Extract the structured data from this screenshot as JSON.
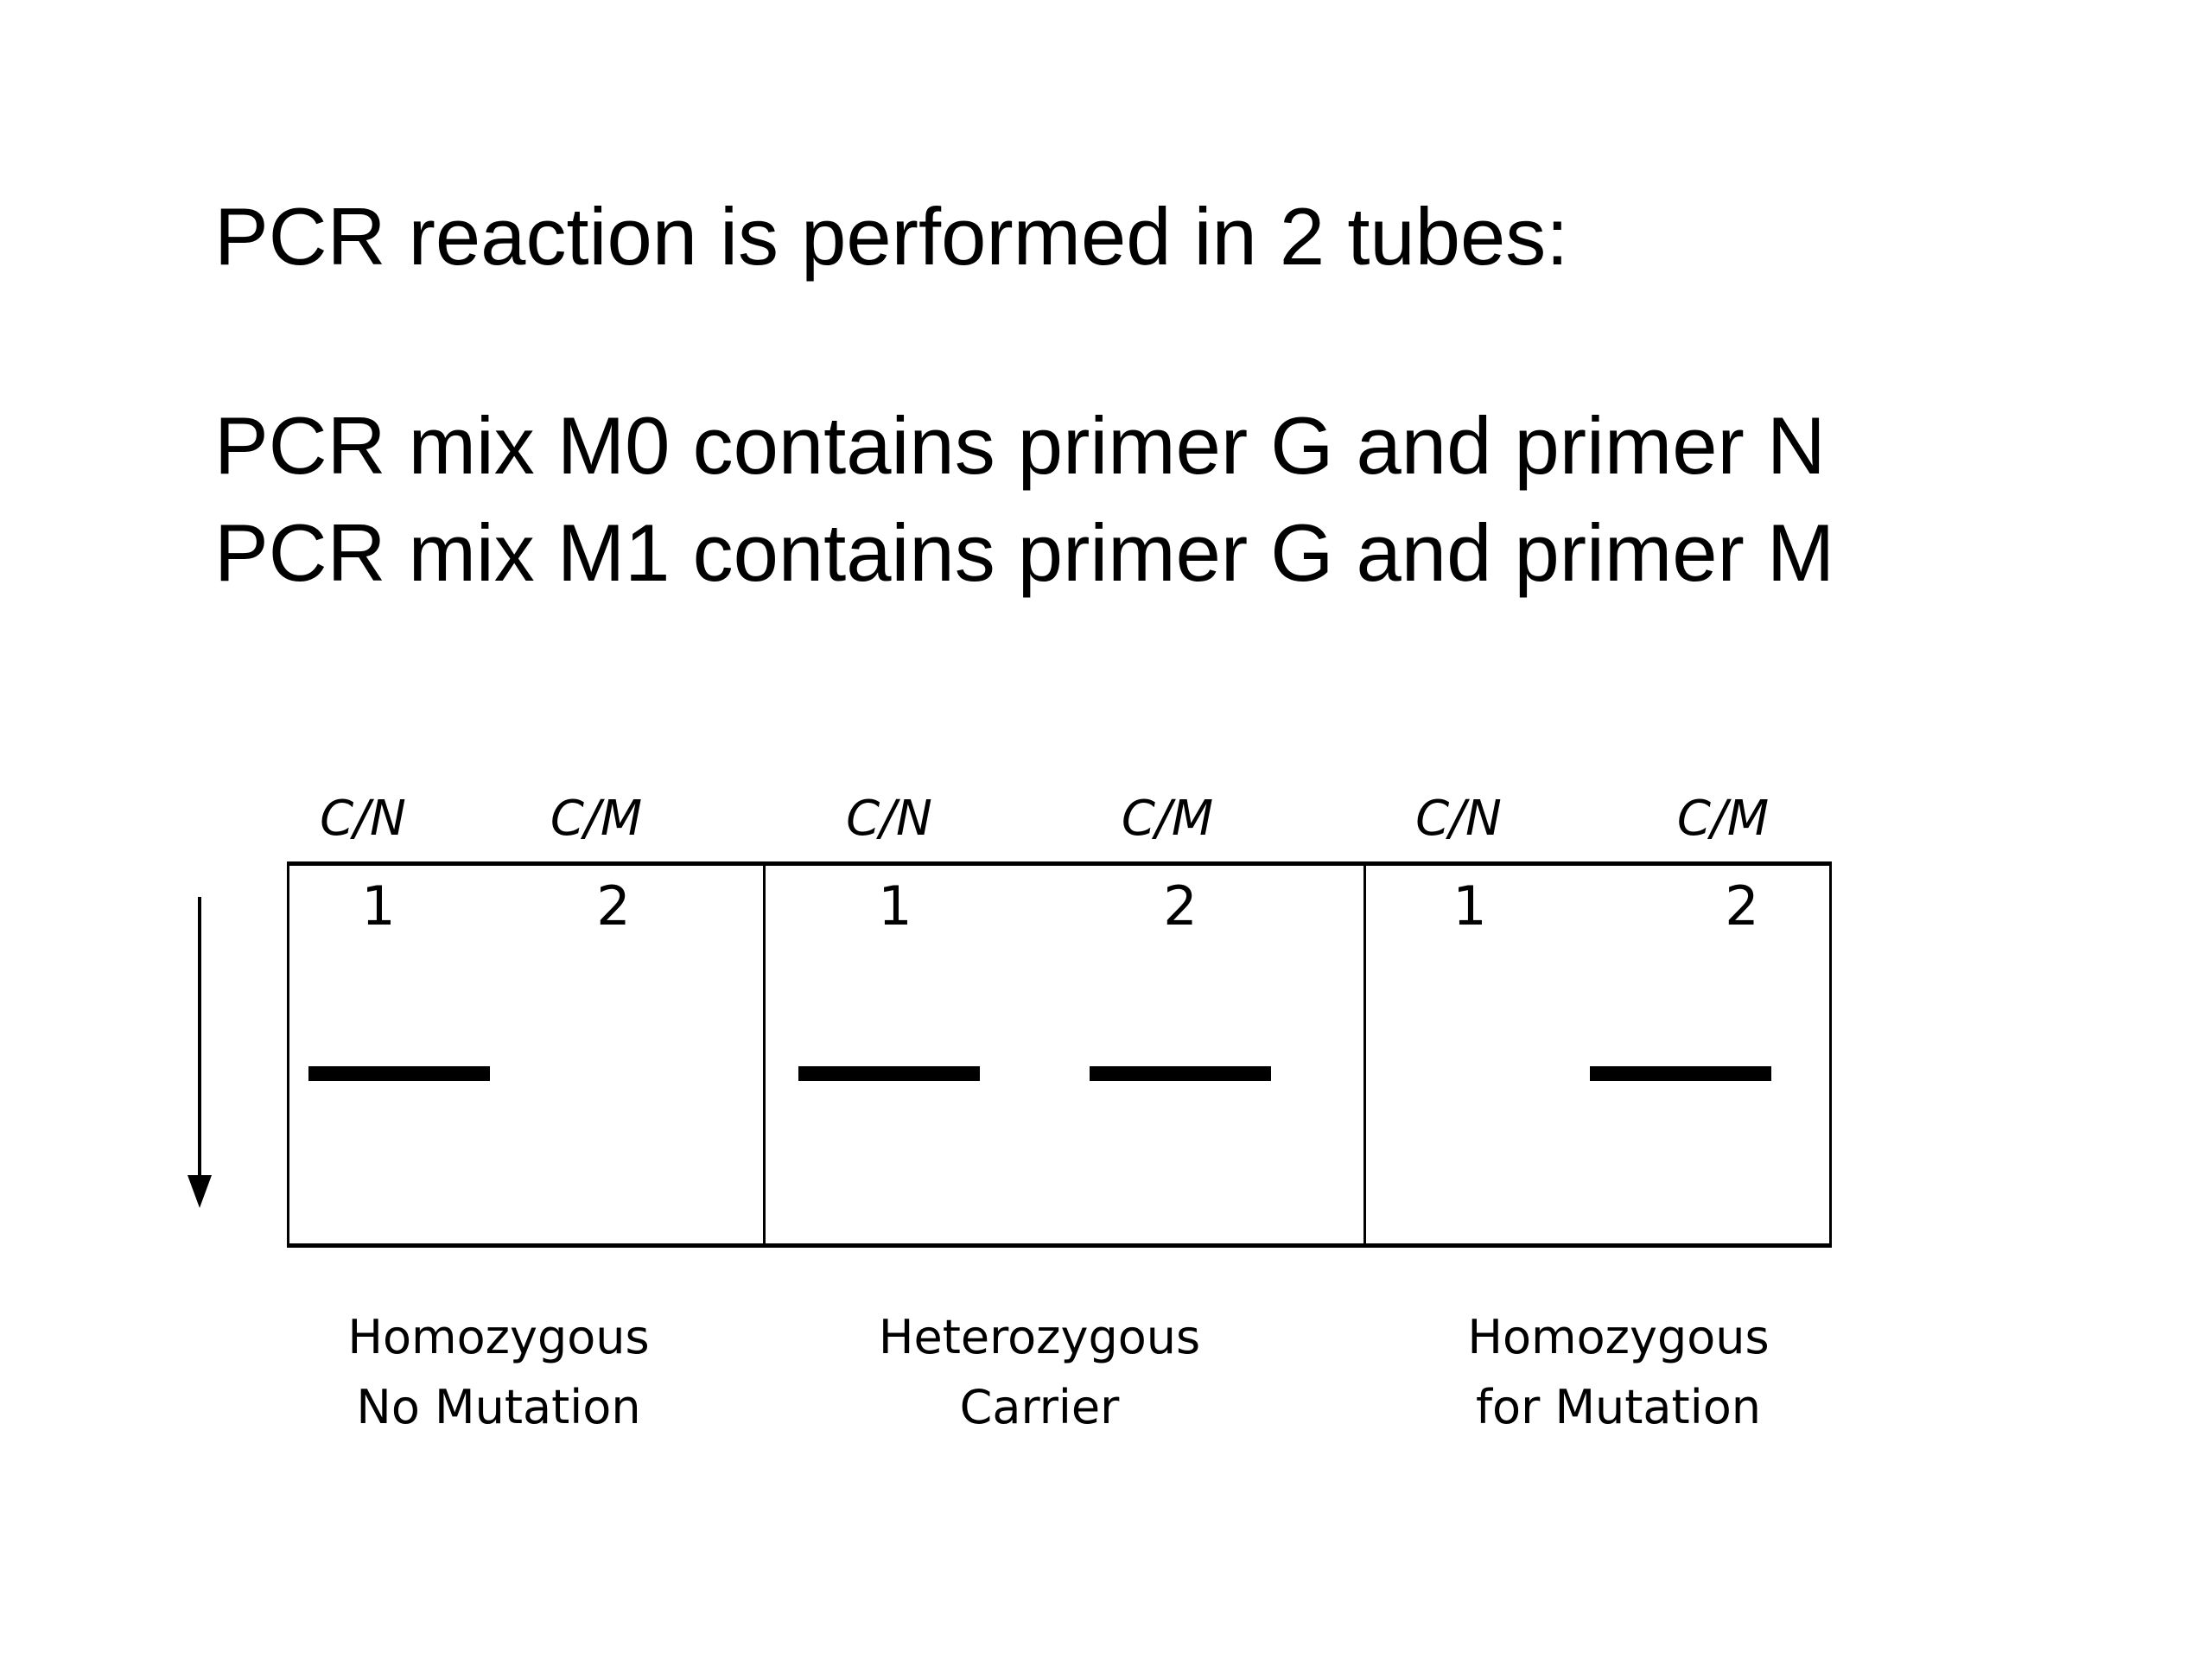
{
  "slide": {
    "background_color": "#ffffff",
    "text_color": "#000000"
  },
  "intro": {
    "line1": "PCR reaction is performed in 2 tubes:",
    "line2": "PCR mix M0 contains primer G and primer N",
    "line3": "PCR mix M1 contains primer G and primer M"
  },
  "gel": {
    "migration_arrow_icon": "down-arrow",
    "band_color": "#000000",
    "panels": [
      {
        "lanes": [
          {
            "header": "C/N",
            "number": "1",
            "band": true
          },
          {
            "header": "C/M",
            "number": "2",
            "band": false
          }
        ],
        "caption_line1": "Homozygous",
        "caption_line2": "No Mutation"
      },
      {
        "lanes": [
          {
            "header": "C/N",
            "number": "1",
            "band": true
          },
          {
            "header": "C/M",
            "number": "2",
            "band": true
          }
        ],
        "caption_line1": "Heterozygous",
        "caption_line2": "Carrier"
      },
      {
        "lanes": [
          {
            "header": "C/N",
            "number": "1",
            "band": false
          },
          {
            "header": "C/M",
            "number": "2",
            "band": true
          }
        ],
        "caption_line1": "Homozygous",
        "caption_line2": "for Mutation"
      }
    ]
  }
}
